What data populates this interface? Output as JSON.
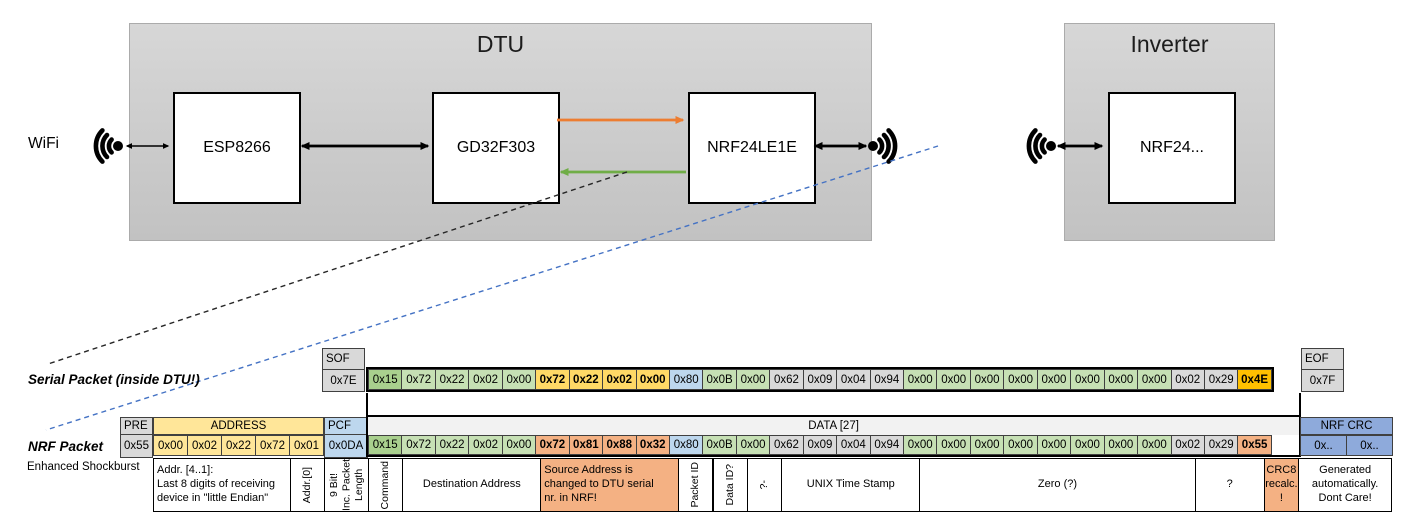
{
  "diagram": {
    "wifi_label": "WiFi",
    "dtu": {
      "title": "DTU",
      "nodes": [
        "ESP8266",
        "GD32F303",
        "NRF24LE1E"
      ]
    },
    "inverter": {
      "title": "Inverter",
      "node": "NRF24..."
    }
  },
  "serial_packet": {
    "label": "Serial Packet (inside DTU!)",
    "sof": {
      "header": "SOF",
      "value": "0x7E"
    },
    "eof": {
      "header": "EOF",
      "value": "0x7F"
    },
    "bytes": [
      {
        "v": "0x15",
        "c": "green_dark"
      },
      {
        "v": "0x72",
        "c": "green"
      },
      {
        "v": "0x22",
        "c": "green"
      },
      {
        "v": "0x02",
        "c": "green"
      },
      {
        "v": "0x00",
        "c": "green"
      },
      {
        "v": "0x72",
        "c": "gold",
        "b": true
      },
      {
        "v": "0x22",
        "c": "gold",
        "b": true
      },
      {
        "v": "0x02",
        "c": "gold",
        "b": true
      },
      {
        "v": "0x00",
        "c": "gold",
        "b": true
      },
      {
        "v": "0x80",
        "c": "blue"
      },
      {
        "v": "0x0B",
        "c": "green"
      },
      {
        "v": "0x00",
        "c": "green"
      },
      {
        "v": "0x62",
        "c": "gray"
      },
      {
        "v": "0x09",
        "c": "gray"
      },
      {
        "v": "0x04",
        "c": "gray"
      },
      {
        "v": "0x94",
        "c": "gray"
      },
      {
        "v": "0x00",
        "c": "green"
      },
      {
        "v": "0x00",
        "c": "green"
      },
      {
        "v": "0x00",
        "c": "green"
      },
      {
        "v": "0x00",
        "c": "green"
      },
      {
        "v": "0x00",
        "c": "green"
      },
      {
        "v": "0x00",
        "c": "green"
      },
      {
        "v": "0x00",
        "c": "green"
      },
      {
        "v": "0x00",
        "c": "green"
      },
      {
        "v": "0x02",
        "c": "gray"
      },
      {
        "v": "0x29",
        "c": "gray"
      },
      {
        "v": "0x4E",
        "c": "amber",
        "b": true
      }
    ]
  },
  "nrf_packet": {
    "label": "NRF Packet",
    "sublabel": "Enhanced Shockburst",
    "pre": {
      "header": "PRE",
      "value": "0x55"
    },
    "address": {
      "header": "ADDRESS",
      "values": [
        "0x00",
        "0x02",
        "0x22",
        "0x72",
        "0x01"
      ]
    },
    "pcf": {
      "header": "PCF",
      "value": "0x0DA"
    },
    "data_header": "DATA [27]",
    "bytes": [
      {
        "v": "0x15",
        "c": "green_dark"
      },
      {
        "v": "0x72",
        "c": "green"
      },
      {
        "v": "0x22",
        "c": "green"
      },
      {
        "v": "0x02",
        "c": "green"
      },
      {
        "v": "0x00",
        "c": "green"
      },
      {
        "v": "0x72",
        "c": "salmon",
        "b": true
      },
      {
        "v": "0x81",
        "c": "salmon",
        "b": true
      },
      {
        "v": "0x88",
        "c": "salmon",
        "b": true
      },
      {
        "v": "0x32",
        "c": "salmon",
        "b": true
      },
      {
        "v": "0x80",
        "c": "blue"
      },
      {
        "v": "0x0B",
        "c": "green"
      },
      {
        "v": "0x00",
        "c": "green"
      },
      {
        "v": "0x62",
        "c": "gray"
      },
      {
        "v": "0x09",
        "c": "gray"
      },
      {
        "v": "0x04",
        "c": "gray"
      },
      {
        "v": "0x94",
        "c": "gray"
      },
      {
        "v": "0x00",
        "c": "green"
      },
      {
        "v": "0x00",
        "c": "green"
      },
      {
        "v": "0x00",
        "c": "green"
      },
      {
        "v": "0x00",
        "c": "green"
      },
      {
        "v": "0x00",
        "c": "green"
      },
      {
        "v": "0x00",
        "c": "green"
      },
      {
        "v": "0x00",
        "c": "green"
      },
      {
        "v": "0x00",
        "c": "green"
      },
      {
        "v": "0x02",
        "c": "gray"
      },
      {
        "v": "0x29",
        "c": "gray"
      },
      {
        "v": "0x55",
        "c": "salmon",
        "b": true
      }
    ],
    "crc": {
      "header": "NRF CRC",
      "values": [
        "0x..",
        "0x.."
      ]
    }
  },
  "annotations": [
    {
      "text": "Addr. [4..1]:\nLast 8 digits of receiving\ndevice in \"little Endian\"",
      "span": "A4",
      "align": "left"
    },
    {
      "text": "Addr.[0]",
      "span": "A1",
      "vertical": true
    },
    {
      "text": "9 Bit!\nInc. Packet\nLength",
      "span": "P",
      "vertical": true
    },
    {
      "text": "Command",
      "span": "D1",
      "vertical": true
    },
    {
      "text": "Destination Address",
      "span": "D4"
    },
    {
      "text": "Source Address is\nchanged to DTU serial\nnr. in NRF!",
      "span": "D4",
      "align": "left",
      "bg": "salmon"
    },
    {
      "text": "Packet ID",
      "span": "D1",
      "vertical": true
    },
    {
      "text": "Data ID?",
      "span": "D1",
      "vertical": true
    },
    {
      "text": "?-",
      "span": "D1",
      "vertical": true
    },
    {
      "text": "UNIX Time Stamp",
      "span": "D4"
    },
    {
      "text": "Zero (?)",
      "span": "D8"
    },
    {
      "text": "?",
      "span": "D2"
    },
    {
      "text": "CRC8\nrecalc.\n!",
      "span": "D1",
      "bg": "salmon"
    },
    {
      "text": "Generated\nautomatically.\nDont Care!",
      "span": "C2"
    }
  ],
  "colors": {
    "green_dark": "#A9D08E",
    "green": "#C6E0B4",
    "gold": "#FFD966",
    "amber": "#FFC000",
    "blue": "#BDD7EE",
    "gray": "#D9D9D9",
    "salmon": "#F4B183",
    "crc_blue": "#8EAADB",
    "data_header_bg": "#F2F2F2",
    "address_yellow": "#FFE699",
    "arrow_orange": "#ED7D31",
    "arrow_green": "#70AD47",
    "dashed_blue": "#4472C4"
  }
}
